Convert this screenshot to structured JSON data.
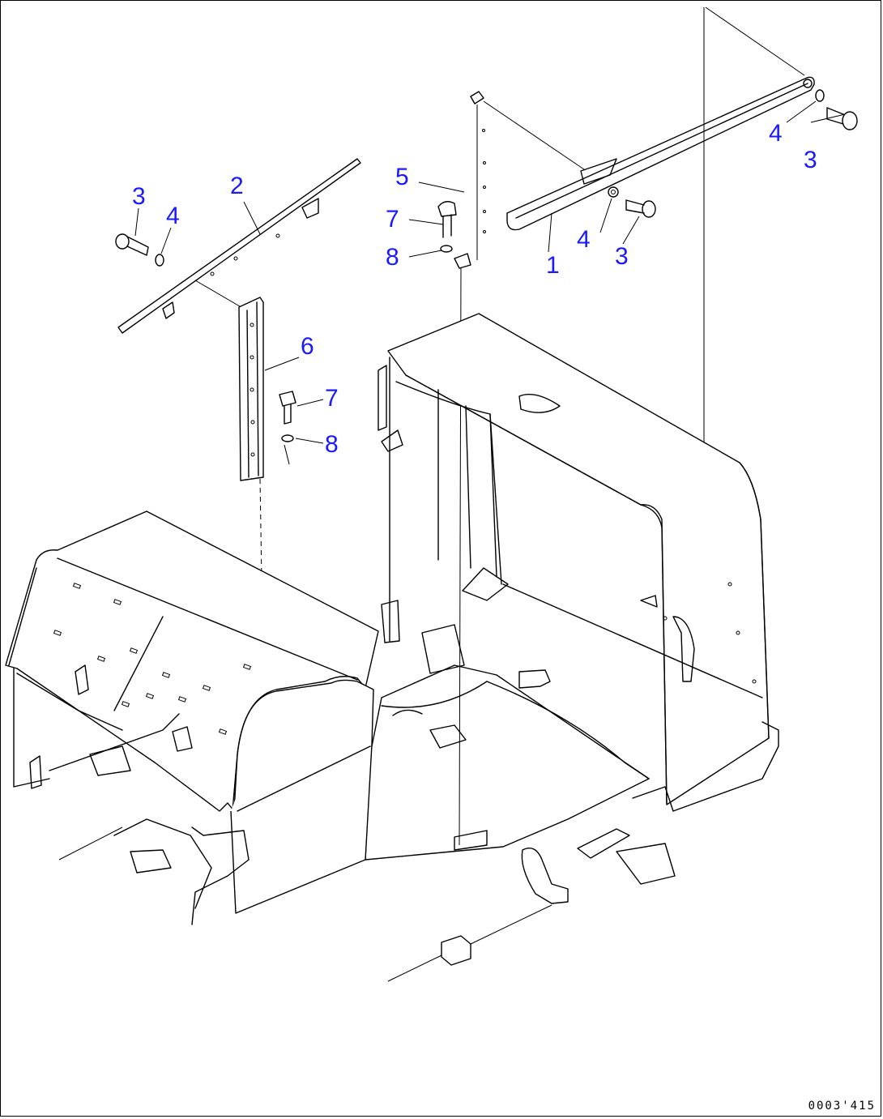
{
  "diagram": {
    "callouts": [
      {
        "id": "c1",
        "label": "1"
      },
      {
        "id": "c2",
        "label": "2"
      },
      {
        "id": "c3a",
        "label": "3"
      },
      {
        "id": "c3b",
        "label": "3"
      },
      {
        "id": "c3c",
        "label": "3"
      },
      {
        "id": "c4a",
        "label": "4"
      },
      {
        "id": "c4b",
        "label": "4"
      },
      {
        "id": "c4c",
        "label": "4"
      },
      {
        "id": "c5",
        "label": "5"
      },
      {
        "id": "c6",
        "label": "6"
      },
      {
        "id": "c7a",
        "label": "7"
      },
      {
        "id": "c7b",
        "label": "7"
      },
      {
        "id": "c8a",
        "label": "8"
      },
      {
        "id": "c8b",
        "label": "8"
      }
    ],
    "drawing_code": "0003'415",
    "callout_color": "#1a1aff",
    "line_color": "#000000"
  }
}
